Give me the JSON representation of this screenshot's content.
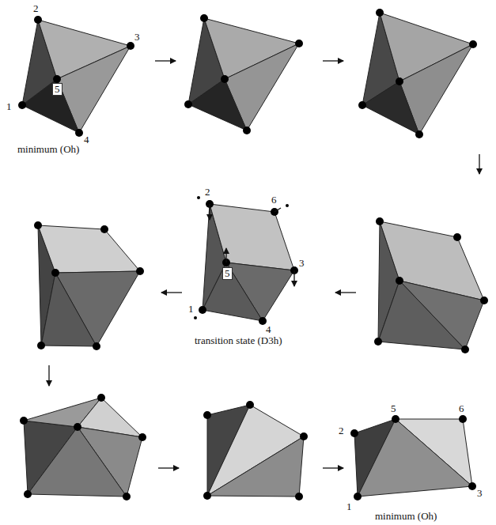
{
  "diagram": {
    "labels": [
      "2",
      "3",
      "5",
      "1",
      "4",
      "minimum (Oh)",
      "2",
      "6",
      "3",
      "5",
      "1",
      "4",
      "transition state (D3h)",
      "5",
      "6",
      "2",
      "1",
      "3",
      "minimum (Oh)"
    ]
  }
}
